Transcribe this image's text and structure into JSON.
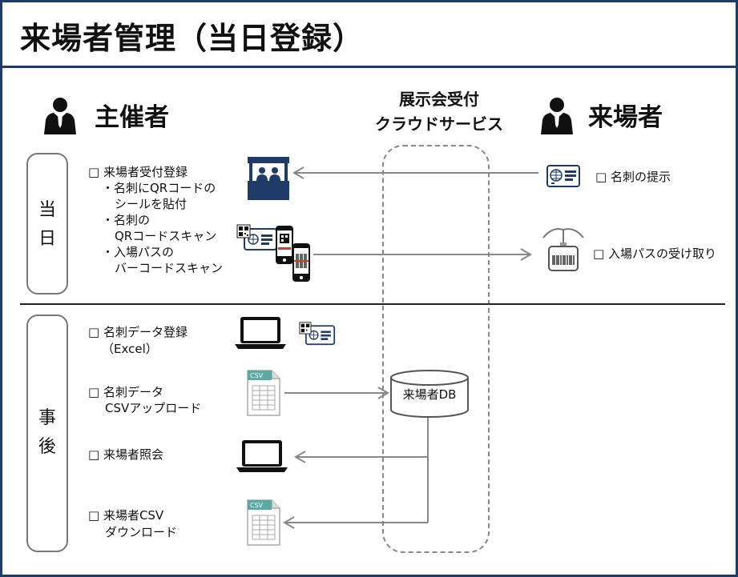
{
  "title": "来場者管理（当日登録）",
  "roles": {
    "organizer": "主催者",
    "visitor": "来場者",
    "service_line1": "展示会受付",
    "service_line2": "クラウドサービス"
  },
  "categories": {
    "day_of": [
      "当",
      "日"
    ],
    "prior": [
      "事",
      "後"
    ]
  },
  "day_of": {
    "reception_title": "□ 来場者受付登録",
    "reception_lines": [
      "・名刺にQRコードの",
      "シールを貼付",
      "・名刺の",
      "QRコードスキャン",
      "・入場パスの",
      "バーコードスキャン"
    ],
    "visitor_card": "□ 名刺の提示",
    "visitor_pass": "□ 入場パスの受け取り"
  },
  "prior": {
    "card_entry": [
      "□ 名刺データ登録",
      "（Excel）"
    ],
    "csv_upload": [
      "□ 名刺データ",
      "CSVアップロード"
    ],
    "visitor_query": "□ 来場者照会",
    "csv_download": [
      "□ 来場者CSV",
      "ダウンロード"
    ],
    "db_label": "来場者DB",
    "csv_tag": "CSV"
  },
  "colors": {
    "frame": "#1f3b67",
    "arrow": "#888888",
    "dashed": "#888888",
    "csv_accent": "#5aa9a4"
  },
  "icons": [
    "person-icon",
    "reception-booth-icon",
    "business-card-icon",
    "smartphone-icon",
    "badge-icon",
    "laptop-icon",
    "csv-file-icon",
    "database-icon"
  ]
}
